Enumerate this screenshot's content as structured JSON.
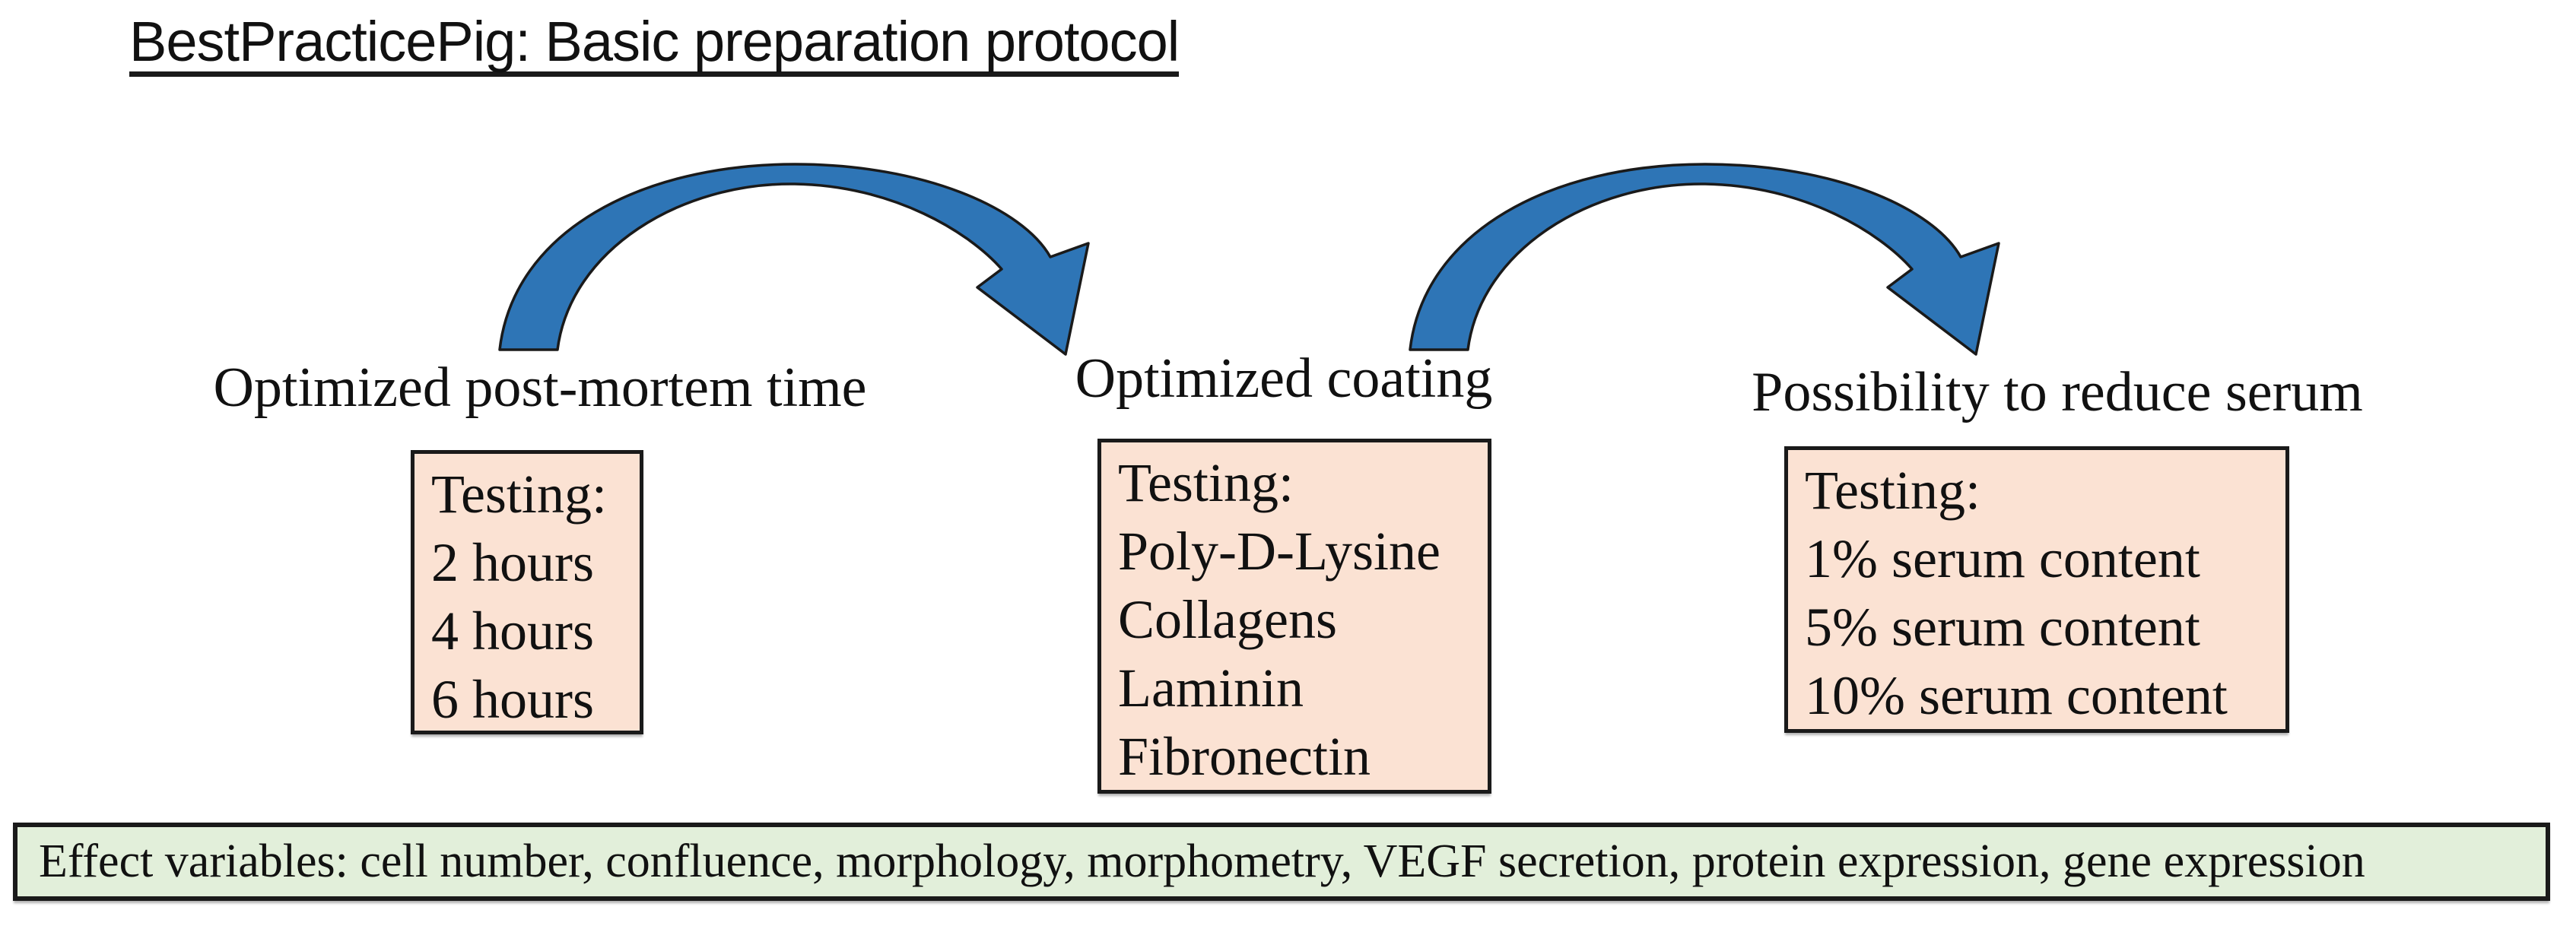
{
  "title": "BestPracticePig: Basic preparation protocol",
  "colors": {
    "box_fill": "#FBE2D3",
    "footer_fill": "#E2EFDA",
    "arrow_fill": "#2E75B6",
    "border": "#1a1a1a"
  },
  "columns": [
    {
      "label": "Optimized post-mortem time",
      "box": {
        "lines": [
          "Testing:",
          "2 hours",
          "4 hours",
          "6 hours"
        ]
      }
    },
    {
      "label": "Optimized coating",
      "box": {
        "lines": [
          "Testing:",
          "Poly-D-Lysine",
          "Collagens",
          "Laminin",
          "Fibronectin"
        ]
      }
    },
    {
      "label": "Possibility to reduce serum",
      "box": {
        "lines": [
          "Testing:",
          "1% serum content",
          "5% serum content",
          "10% serum content"
        ]
      }
    }
  ],
  "arrows": [
    {
      "name": "step 1 to step 2"
    },
    {
      "name": "step 2 to step 3"
    }
  ],
  "footer": {
    "text": "Effect variables: cell number, confluence, morphology, morphometry, VEGF secretion, protein expression, gene expression"
  }
}
